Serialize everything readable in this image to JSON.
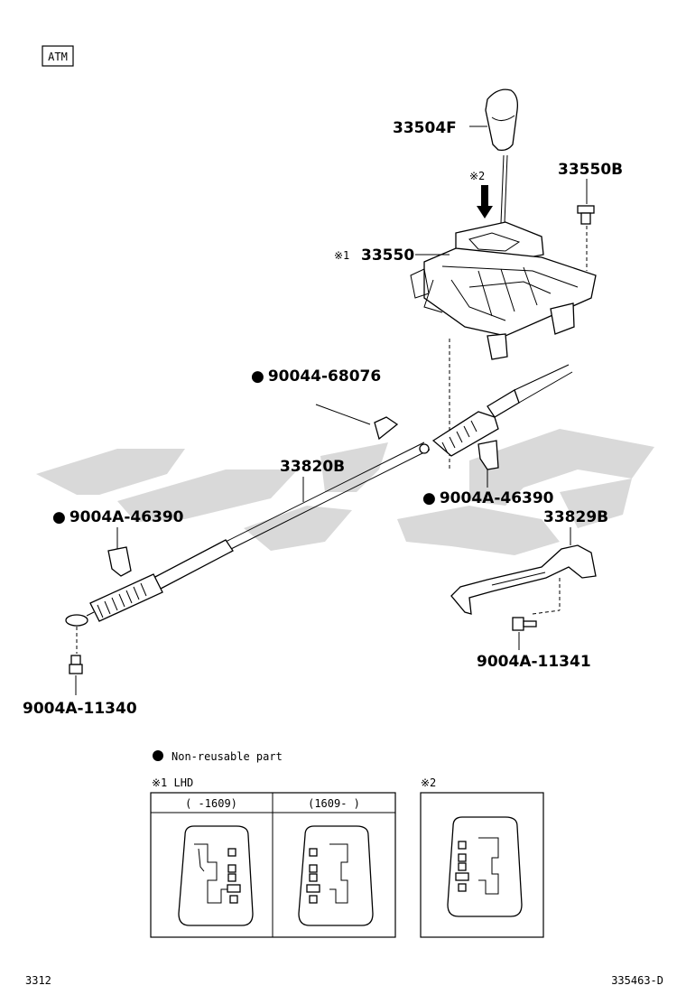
{
  "tag": "ATM",
  "parts": {
    "knob": "33504F",
    "screw_top": "33550B",
    "shift_assy_mark": "※1",
    "shift_assy": "33550",
    "clip_1": "90044-68076",
    "cable": "33820B",
    "plate_right": "9004A-46390",
    "plate_left": "9004A-46390",
    "bracket": "33829B",
    "bolt_right": "9004A-11341",
    "bolt_left": "9004A-11340"
  },
  "arrow_mark": "※2",
  "legend": {
    "bullet": "●",
    "text": "Non-reusable part"
  },
  "inset1": {
    "title": "※1 LHD",
    "col1": "(    -1609)",
    "col2": "(1609-    )"
  },
  "inset2": {
    "title": "※2"
  },
  "footer": {
    "page": "3312",
    "code": "335463-D"
  },
  "colors": {
    "line": "#000000",
    "watermark": "#d9d9d9",
    "background": "#ffffff"
  }
}
